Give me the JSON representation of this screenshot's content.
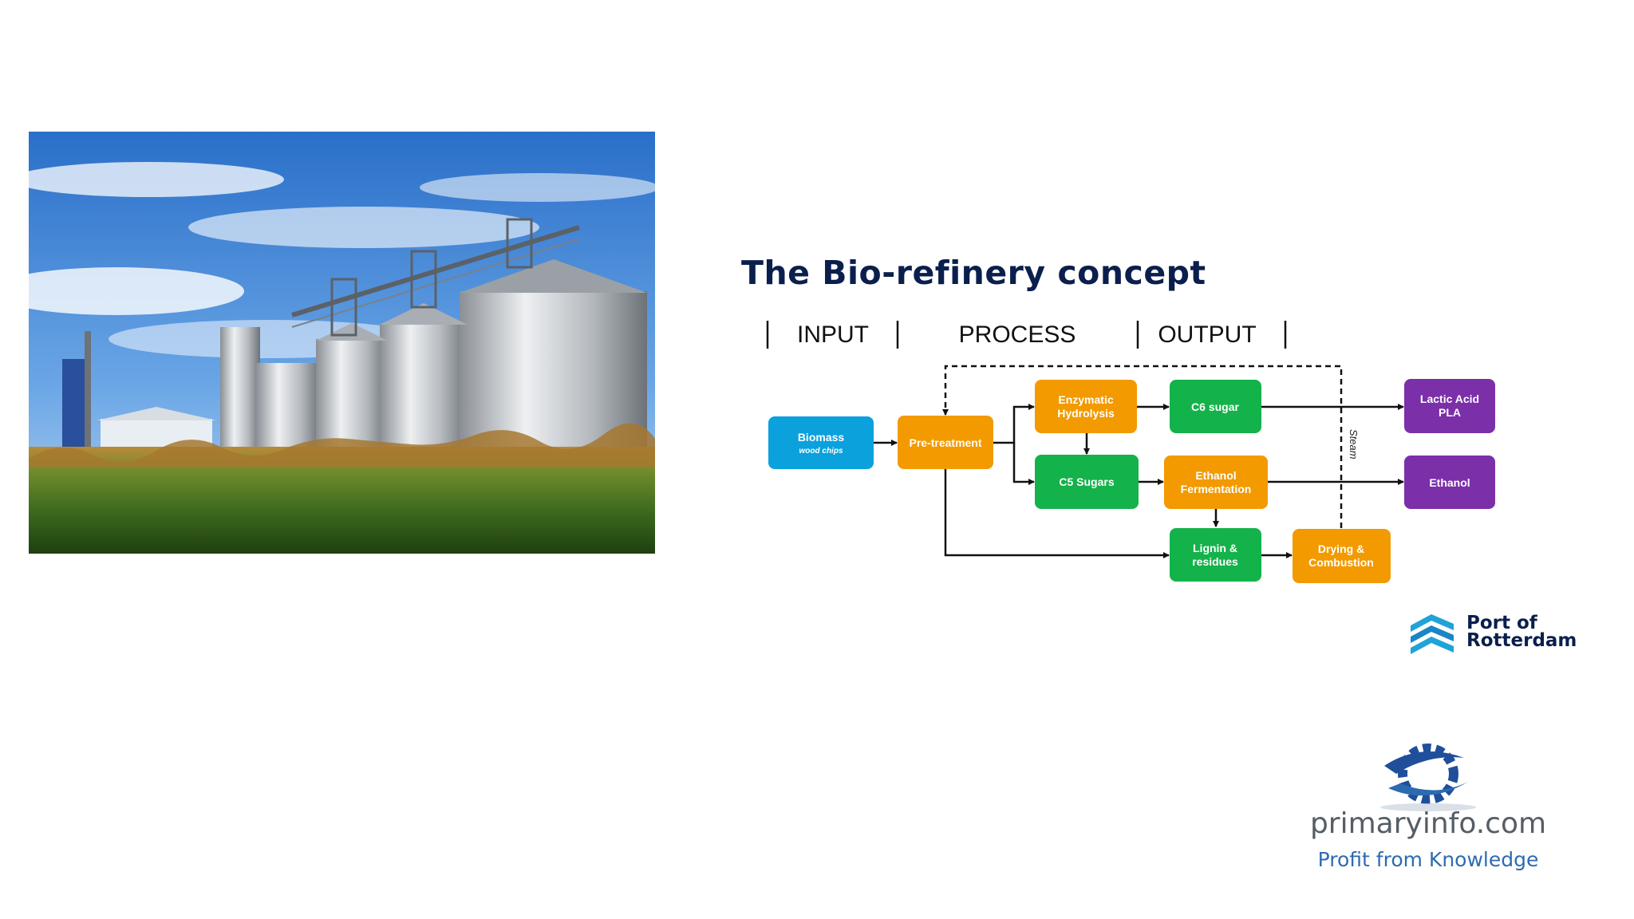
{
  "slide": {
    "title": "The Bio-refinery concept"
  },
  "columns": {
    "input": "INPUT",
    "process": "PROCESS",
    "output": "OUTPUT"
  },
  "nodes": {
    "biomass": {
      "label": "Biomass",
      "sublabel": "wood chips",
      "color": "#0aa1dd"
    },
    "pretreatment": {
      "label": "Pre-treatment",
      "color": "#f29a00"
    },
    "enzymatic": {
      "line1": "Enzymatic",
      "line2": "Hydrolysis",
      "color": "#f29a00"
    },
    "c6_sugar": {
      "label": "C6 sugar",
      "color": "#14b24a"
    },
    "c5_sugars": {
      "label": "C5 Sugars",
      "color": "#14b24a"
    },
    "ethanol_fermentation": {
      "line1": "Ethanol",
      "line2": "Fermentation",
      "color": "#f29a00"
    },
    "lignin": {
      "line1": "Lignin &",
      "line2": "residues",
      "color": "#14b24a"
    },
    "drying": {
      "line1": "Drying &",
      "line2": "Combustion",
      "color": "#f29a00"
    },
    "lactic_acid": {
      "line1": "Lactic Acid",
      "line2": "PLA",
      "color": "#7b2fa8"
    },
    "ethanol": {
      "label": "Ethanol",
      "color": "#7b2fa8"
    }
  },
  "edges": {
    "steam_label": "Steam"
  },
  "logos": {
    "port_line1": "Port of",
    "port_line2": "Rotterdam",
    "primary_domain": "primaryinfo.com",
    "primary_tagline": "Profit from Knowledge"
  }
}
